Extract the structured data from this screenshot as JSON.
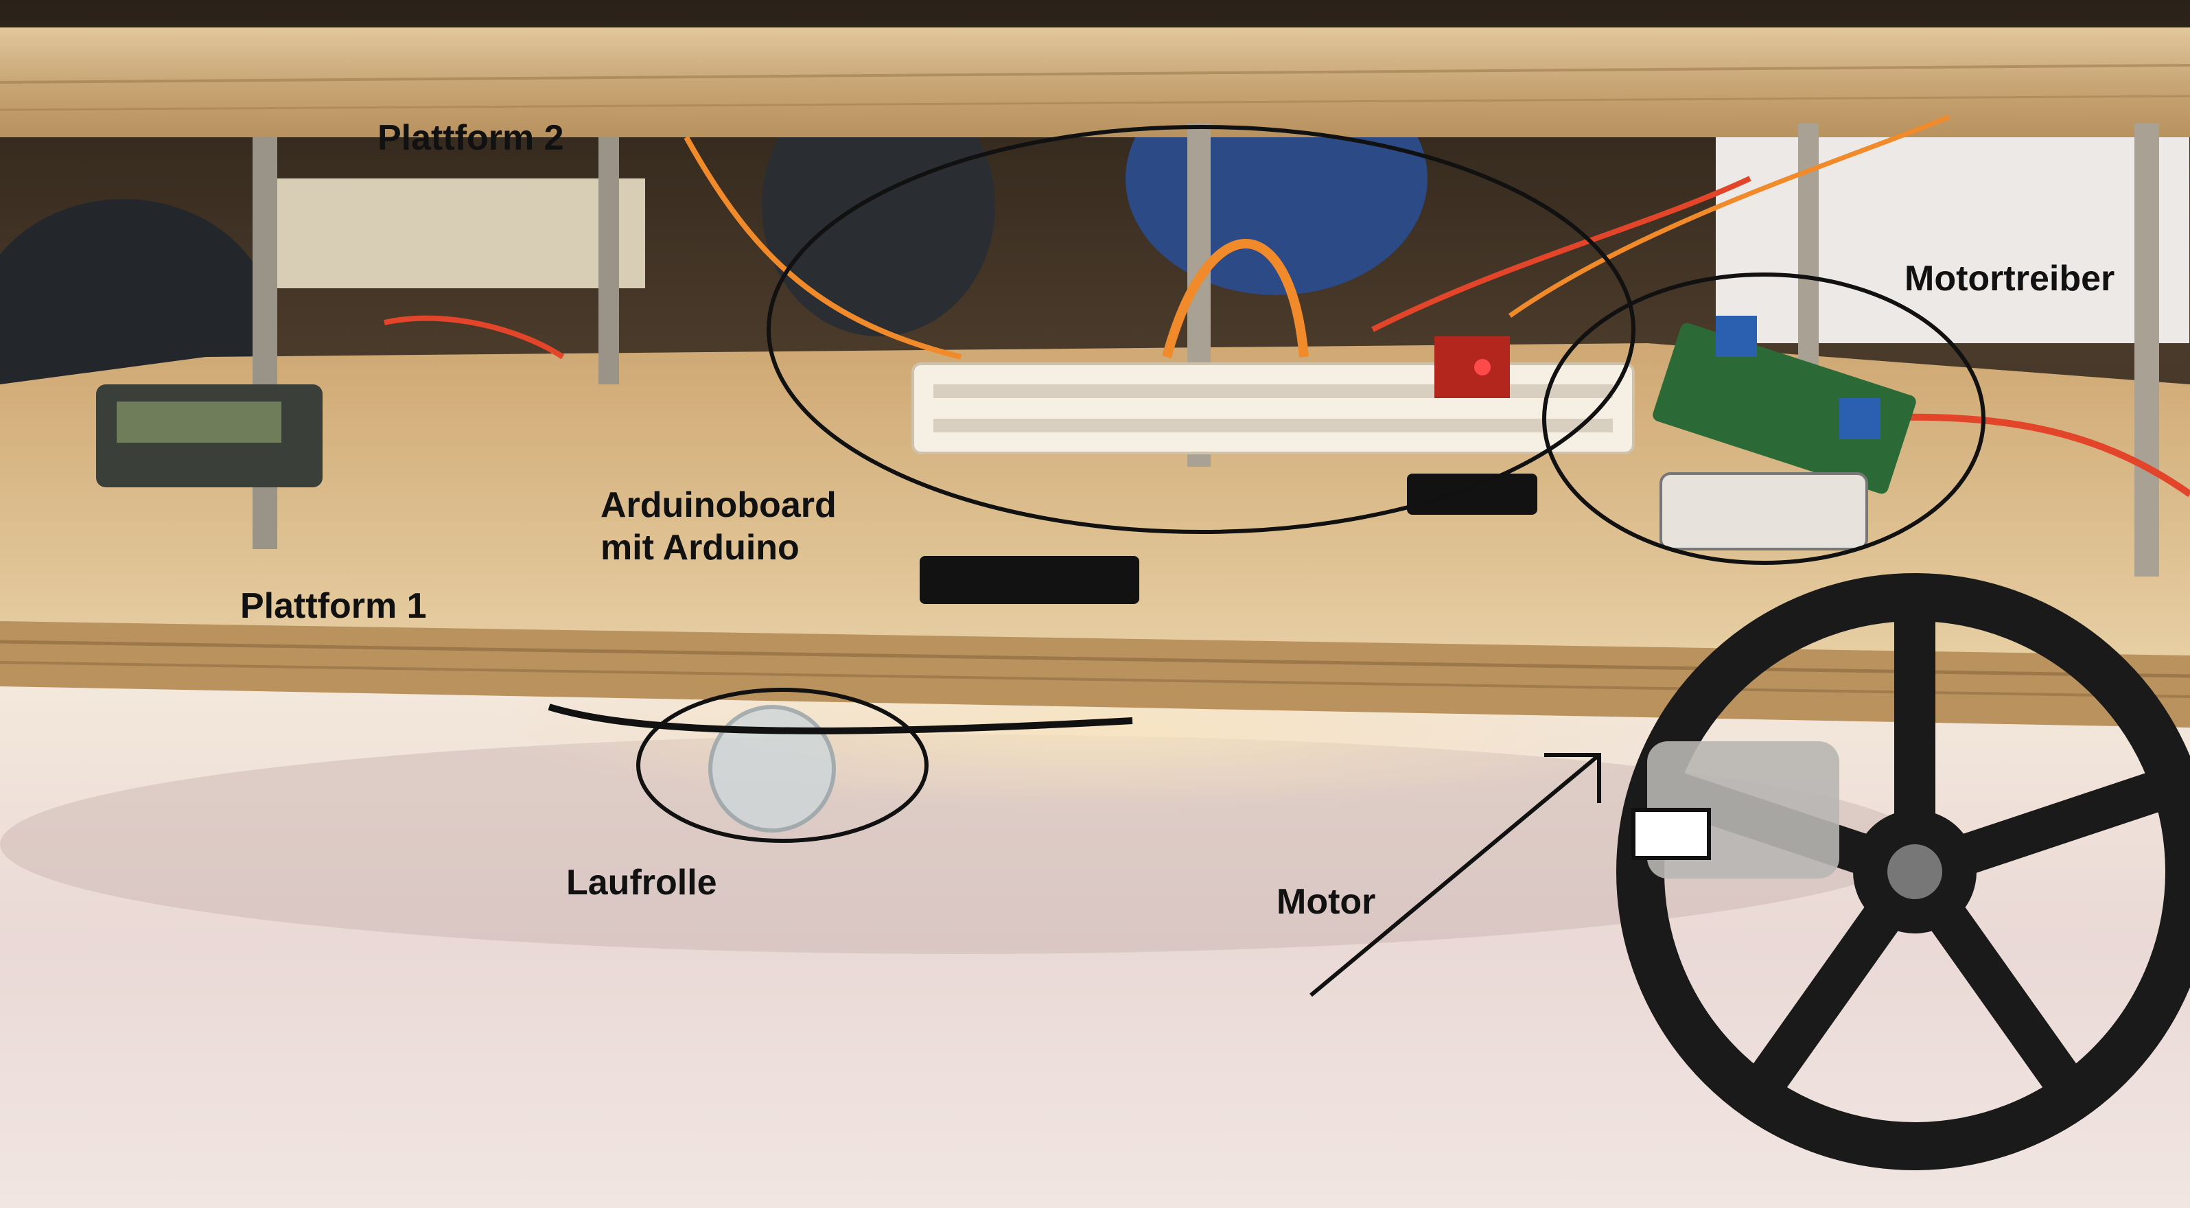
{
  "labels": {
    "plattform_2": "Plattform 2",
    "plattform_1": "Plattform 1",
    "arduino_line1": "Arduinoboard",
    "arduino_line2": "mit Arduino",
    "motortreiber": "Motortreiber",
    "laufrolle": "Laufrolle",
    "motor": "Motor"
  },
  "colors": {
    "wood_top": "#d9b98a",
    "wood_edge": "#e6cba0",
    "floor": "#efe4dc",
    "wheel": "#1a1a1a",
    "annotation": "#111111",
    "wire_red": "#e2452a",
    "wire_orange": "#f08a2a"
  }
}
